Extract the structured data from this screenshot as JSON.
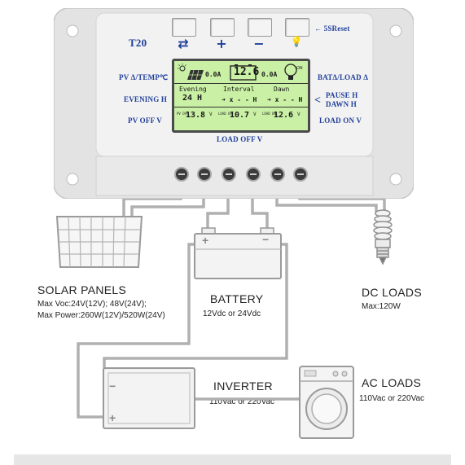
{
  "controller": {
    "model": "T20",
    "reset_hint": "← 5SReset",
    "buttons": [
      "⇄",
      "+",
      "−",
      "💡"
    ],
    "left_labels": [
      "PV Δ/TEMP℃",
      "EVENING H",
      "PV OFF V"
    ],
    "right_labels": [
      "BATΔ/LOAD Δ",
      "PAUSE H",
      "DAWN H",
      "LOAD ON V"
    ],
    "bottom_label": "LOAD OFF V",
    "lcd": {
      "top_value": "12.6",
      "unit_a1": "0.0A",
      "unit_a2": "0.0A",
      "row_headers": [
        "Evening",
        "Interval",
        "Dawn"
      ],
      "row2": [
        "24 H",
        "➜ x - - H",
        "➜ x - - H"
      ],
      "pv_off": "13.8",
      "load_off": "10.7",
      "load_on": "12.6",
      "tags": [
        "PV OFF",
        "LOAD OFF",
        "LOAD ON"
      ],
      "v": "V"
    }
  },
  "components": {
    "solar": {
      "title": "SOLAR PANELS",
      "line1": "Max  Voc:24V(12V); 48V(24V);",
      "line2": "Max  Power:260W(12V)/520W(24V)"
    },
    "battery": {
      "title": "BATTERY",
      "spec": "12Vdc  or  24Vdc",
      "plus": "+",
      "minus": "−"
    },
    "dc_loads": {
      "title": "DC LOADS",
      "spec": "Max:120W"
    },
    "inverter": {
      "title": "INVERTER",
      "spec": "110Vac  or  220Vac",
      "plus": "+",
      "minus": "−"
    },
    "ac_loads": {
      "title": "AC LOADS",
      "spec": "110Vac  or  220Vac"
    }
  },
  "colors": {
    "panel": "#e3e3e3",
    "accent": "#1f3f9a",
    "lcd": "#c9f0a4",
    "wire": "#8a8a8a"
  }
}
